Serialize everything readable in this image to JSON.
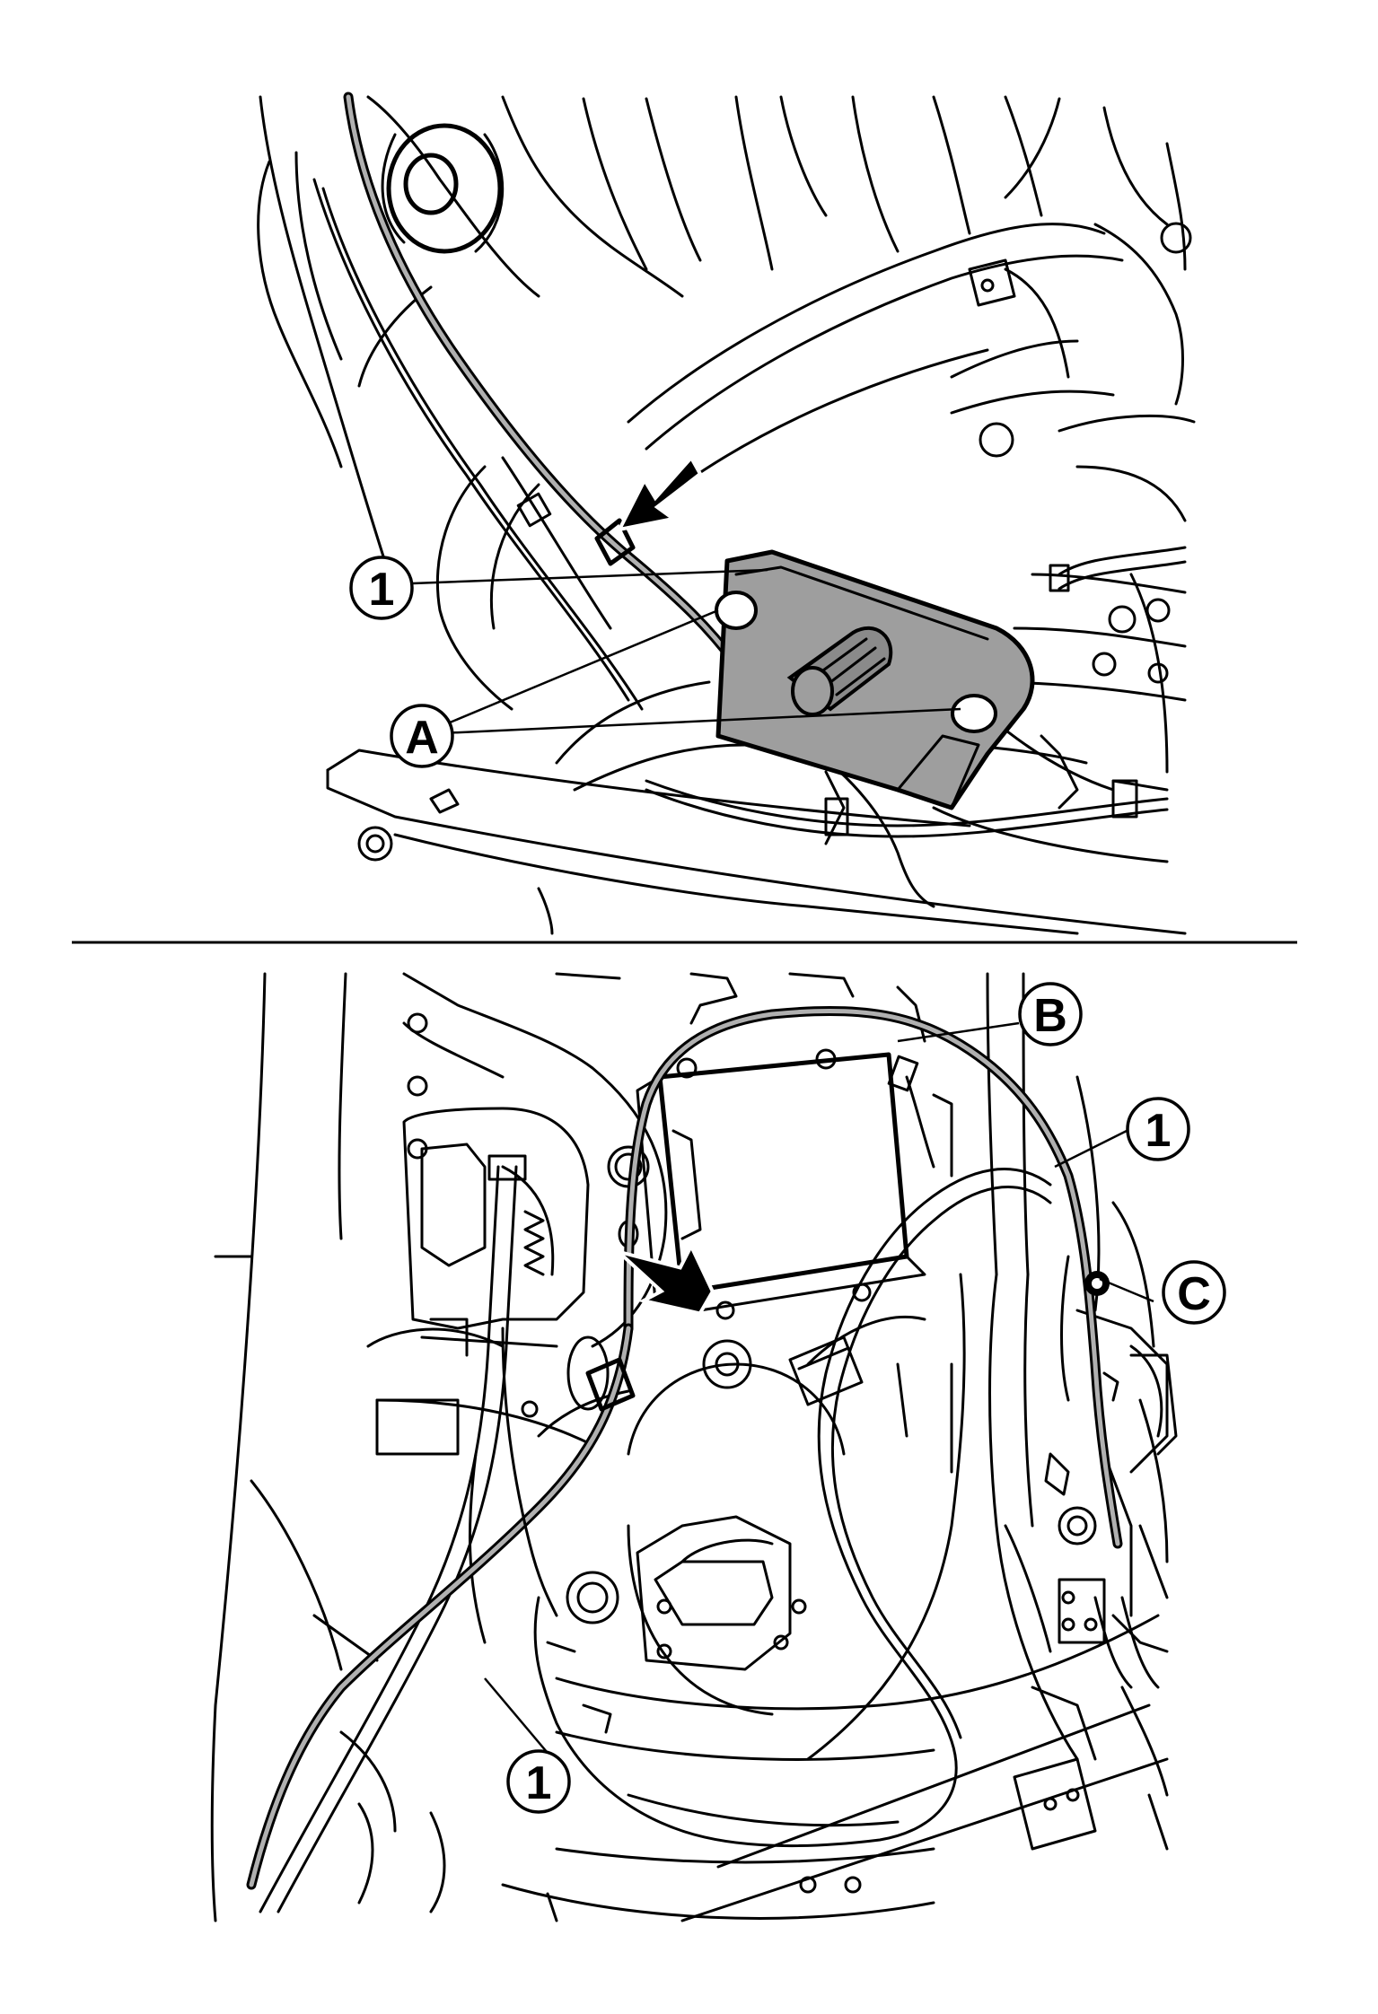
{
  "colors": {
    "line": "#000000",
    "background": "#ffffff",
    "sensor_fill": "#9e9e9e",
    "cable_core": "#b0b0b0"
  },
  "top_view": {
    "callouts": [
      {
        "id": "top-1",
        "label": "1"
      },
      {
        "id": "top-A",
        "label": "A"
      }
    ],
    "arrow_icon": "push-direction-arrow"
  },
  "bottom_view": {
    "callouts": [
      {
        "id": "bottom-B",
        "label": "B"
      },
      {
        "id": "bottom-1-right",
        "label": "1"
      },
      {
        "id": "bottom-C",
        "label": "C"
      },
      {
        "id": "bottom-1-lower",
        "label": "1"
      }
    ],
    "arrow_icon": "push-direction-arrow"
  }
}
